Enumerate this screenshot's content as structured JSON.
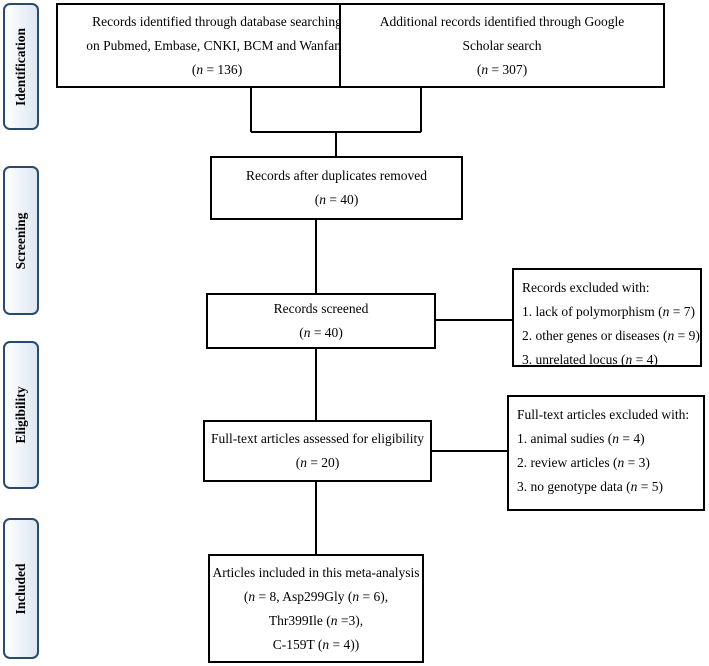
{
  "stages": [
    {
      "id": "identification",
      "label": "Identification"
    },
    {
      "id": "screening",
      "label": "Screening"
    },
    {
      "id": "eligibility",
      "label": "Eligibility"
    },
    {
      "id": "included",
      "label": "Included"
    }
  ],
  "boxes": {
    "db_search": {
      "lines": [
        "Records identified through database searching",
        "on Pubmed, Embase, CNKI, BCM and Wanfang"
      ],
      "n_label": "n",
      "n_text": " = 136"
    },
    "google_search": {
      "lines": [
        "Additional records identified through Google",
        "Scholar search"
      ],
      "n_label": "n",
      "n_text": " = 307"
    },
    "duplicates_removed": {
      "lines": [
        "Records after duplicates removed"
      ],
      "n_label": "n",
      "n_text": " = 40"
    },
    "screened": {
      "lines": [
        "Records screened"
      ],
      "n_label": "n",
      "n_text": " = 40"
    },
    "excluded_records": {
      "title": "Records excluded with:",
      "items": [
        {
          "pre": "1. lack of polymorphism (",
          "n": "n",
          "post": " = 7)"
        },
        {
          "pre": "2. other genes or diseases (",
          "n": "n",
          "post": " = 9)"
        },
        {
          "pre": "3. unrelated locus (",
          "n": "n",
          "post": " = 4)"
        }
      ]
    },
    "fulltext_assessed": {
      "lines": [
        "Full-text articles assessed for eligibility"
      ],
      "n_label": "n",
      "n_text": " = 20"
    },
    "excluded_fulltext": {
      "title": "Full-text articles excluded with:",
      "items": [
        {
          "pre": "1. animal sudies (",
          "n": "n",
          "post": " = 4)"
        },
        {
          "pre": "2. review articles (",
          "n": "n",
          "post": " = 3)"
        },
        {
          "pre": "3. no genotype data (",
          "n": "n",
          "post": " = 5)"
        }
      ]
    },
    "included": {
      "title": "Articles included in this meta-analysis",
      "l2": {
        "n1": "n",
        "t1": " = 8, Asp299Gly (",
        "n2": "n",
        "t2": " = 6),"
      },
      "l3": {
        "pre": "Thr399Ile (",
        "n": "n",
        "post": " =3),"
      },
      "l4": {
        "pre": "C-159T (",
        "n": "n",
        "post": " = 4))"
      }
    }
  },
  "colors": {
    "stage_border": "#2a4a6b",
    "stage_fill": "#dde7f1",
    "line": "#000000"
  }
}
